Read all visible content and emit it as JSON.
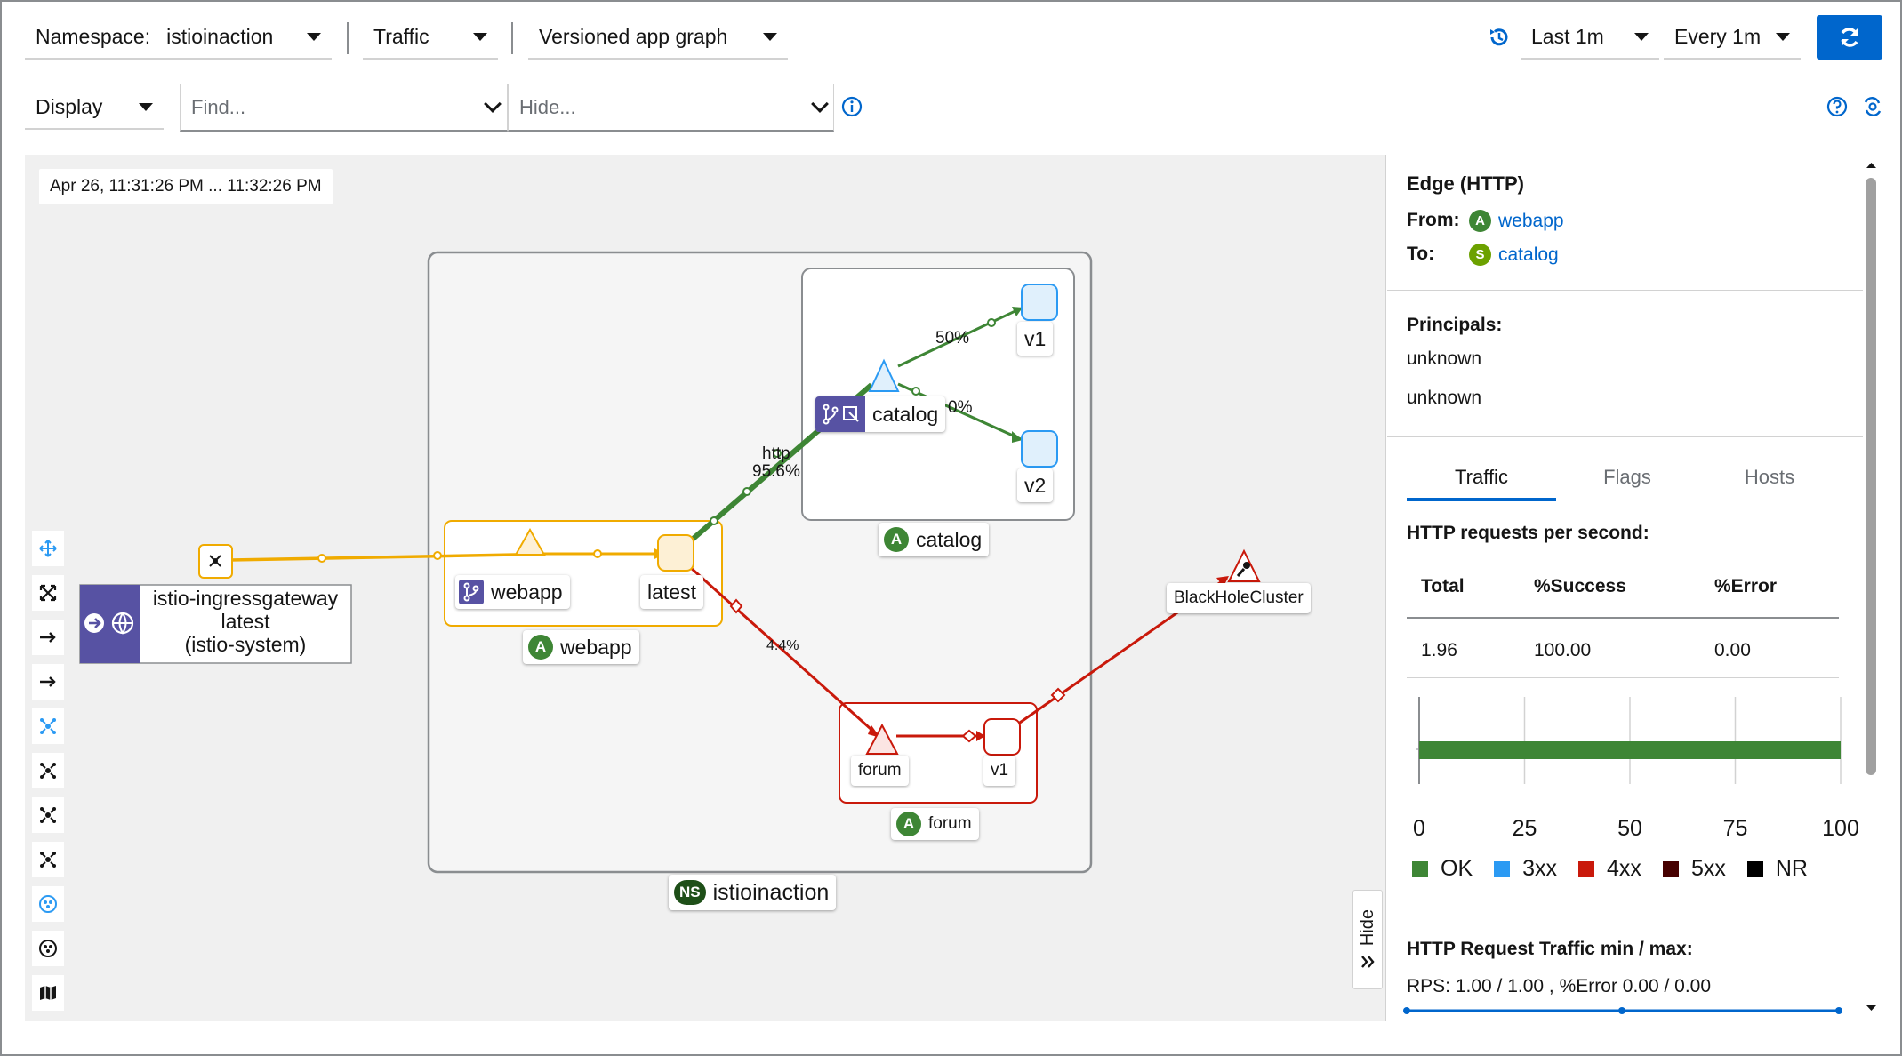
{
  "toolbar": {
    "namespace_label": "Namespace:",
    "namespace_value": "istioinaction",
    "traffic": "Traffic",
    "graph_type": "Versioned app graph",
    "duration": "Last 1m",
    "refresh_interval": "Every 1m",
    "display": "Display",
    "find_placeholder": "Find...",
    "hide_placeholder": "Hide..."
  },
  "graph": {
    "timestamp": "Apr 26, 11:31:26 PM ... 11:32:26 PM",
    "nodes": {
      "ingress_line1": "istio-ingressgateway",
      "ingress_line2": "latest",
      "ingress_line3": "(istio-system)",
      "webapp_service": "webapp",
      "webapp_latest": "latest",
      "webapp_app": "webapp",
      "catalog_service": "catalog",
      "catalog_v1": "v1",
      "catalog_v2": "v2",
      "catalog_app": "catalog",
      "forum_service": "forum",
      "forum_v1": "v1",
      "forum_app": "forum",
      "namespace": "istioinaction",
      "blackhole": "BlackHoleCluster"
    },
    "badges": {
      "app": "A",
      "service": "S",
      "namespace": "NS"
    },
    "edges": {
      "e_50": "50%",
      "e_0": "0%",
      "e_http": "http",
      "e_95": "95.6%",
      "e_44": "4.4%"
    },
    "hide_label": "Hide"
  },
  "panel": {
    "title": "Edge (HTTP)",
    "from_label": "From:",
    "from_value": "webapp",
    "to_label": "To:",
    "to_value": "catalog",
    "principals_label": "Principals:",
    "principal_1": "unknown",
    "principal_2": "unknown",
    "tabs": [
      "Traffic",
      "Flags",
      "Hosts"
    ],
    "rps_title": "HTTP requests per second:",
    "table_headers": [
      "Total",
      "%Success",
      "%Error"
    ],
    "table_values": [
      "1.96",
      "100.00",
      "0.00"
    ],
    "chart_ticks": [
      "0",
      "25",
      "50",
      "75",
      "100"
    ],
    "legend": [
      {
        "label": "OK",
        "color": "#3e8635"
      },
      {
        "label": "3xx",
        "color": "#2b9af3"
      },
      {
        "label": "4xx",
        "color": "#c9190b"
      },
      {
        "label": "5xx",
        "color": "#470000"
      },
      {
        "label": "NR",
        "color": "#000000"
      }
    ],
    "minmax_title": "HTTP Request Traffic min / max:",
    "minmax_value": "RPS: 1.00 / 1.00 , %Error 0.00 / 0.00"
  },
  "chart_data": {
    "type": "bar",
    "categories": [
      ""
    ],
    "series": [
      {
        "name": "OK",
        "values": [
          100
        ]
      }
    ],
    "xlim": [
      0,
      100
    ]
  },
  "colors": {
    "accent": "#0066cc",
    "ingress_edge": "#f0ab00",
    "success_edge": "#3e8635",
    "error_edge": "#c9190b",
    "workload_purple": "#5752a3"
  }
}
